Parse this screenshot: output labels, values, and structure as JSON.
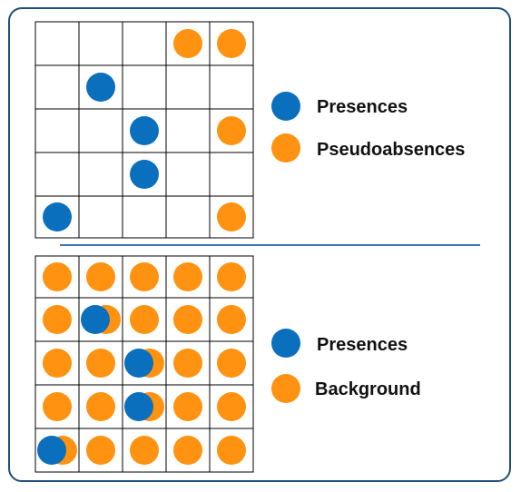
{
  "colors": {
    "presence": "#0a6fbd",
    "absence": "#ff9210",
    "frame_border": "#1f4e79",
    "divider": "#3a78b5",
    "grid": "#000000"
  },
  "top_panel": {
    "legend": [
      {
        "marker": "presence",
        "label": "Presences"
      },
      {
        "marker": "absence",
        "label": "Pseudoabsences"
      }
    ],
    "cells": [
      {
        "row": 0,
        "col": 3,
        "type": "absence"
      },
      {
        "row": 0,
        "col": 4,
        "type": "absence"
      },
      {
        "row": 1,
        "col": 1,
        "type": "presence"
      },
      {
        "row": 2,
        "col": 2,
        "type": "presence"
      },
      {
        "row": 2,
        "col": 4,
        "type": "absence"
      },
      {
        "row": 3,
        "col": 2,
        "type": "presence"
      },
      {
        "row": 4,
        "col": 0,
        "type": "presence"
      },
      {
        "row": 4,
        "col": 4,
        "type": "absence"
      }
    ]
  },
  "bottom_panel": {
    "legend": [
      {
        "marker": "presence",
        "label": "Presences"
      },
      {
        "marker": "absence",
        "label": "Background"
      }
    ],
    "background_all_cells": true,
    "presences": [
      {
        "row": 1,
        "col": 1
      },
      {
        "row": 2,
        "col": 2
      },
      {
        "row": 3,
        "col": 2
      },
      {
        "row": 4,
        "col": 0
      }
    ]
  }
}
